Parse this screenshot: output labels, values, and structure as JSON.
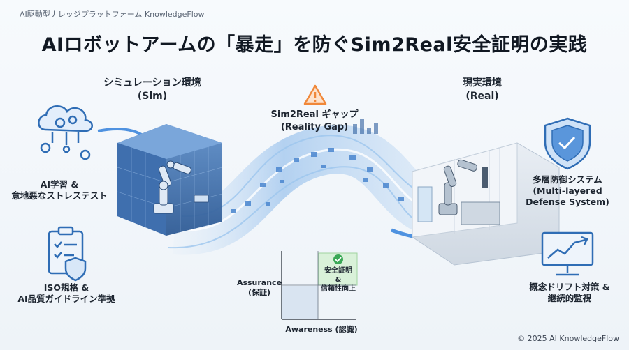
{
  "brand": "AI駆動型ナレッジプラットフォーム KnowledgeFlow",
  "title": "AIロボットアームの「暴走」を防ぐSim2Real安全証明の実践",
  "sim": {
    "title": "シミュレーション環境",
    "sub": "(Sim)"
  },
  "real": {
    "title": "現実環境",
    "sub": "(Real)"
  },
  "gap": {
    "title": "Sim2Real ギャップ",
    "sub": "(Reality Gap)"
  },
  "left_items": [
    {
      "line1": "AI学習 &",
      "line2": "意地悪なストレステスト"
    },
    {
      "line1": "ISO規格 &",
      "line2": "AI品質ガイドライン準拠"
    }
  ],
  "right_items": [
    {
      "line1": "多層防御システム",
      "line2": "(Multi-layered",
      "line3": "Defense System)"
    },
    {
      "line1": "概念ドリフト対策 &",
      "line2": "継続的監視"
    }
  ],
  "quadrant": {
    "ylabel_1": "Assurance",
    "ylabel_2": "(保証)",
    "xlabel": "Awareness (認識)",
    "box_1": "安全証明 &",
    "box_2": "信頼性向上"
  },
  "footer": "© 2025 AI KnowledgeFlow",
  "colors": {
    "accent": "#3d7fd6",
    "warning": "#f0883a",
    "success": "#3aa856"
  }
}
